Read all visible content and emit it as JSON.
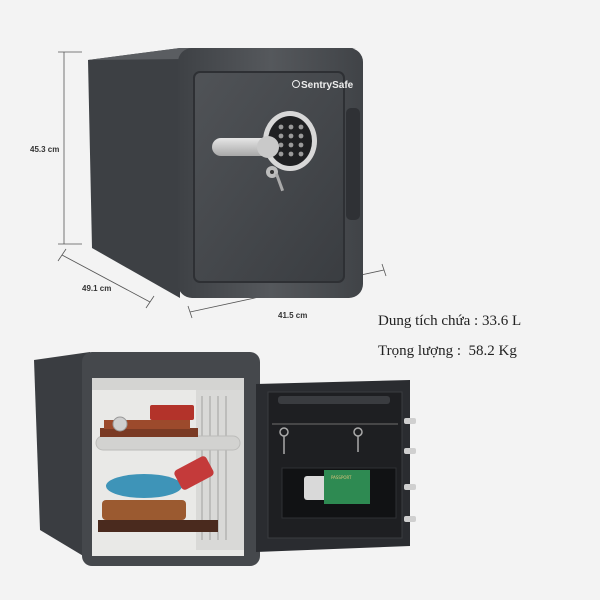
{
  "product": {
    "brand": "SentrySafe",
    "dimensions": {
      "height": "45.3 cm",
      "depth": "49.1 cm",
      "width": "41.5 cm"
    },
    "specs": {
      "capacity": "Dung tích chứa : 33.6 L",
      "weight": "Trọng lượng :  58.2 Kg"
    },
    "passport_label": "PASSPORT"
  },
  "colors": {
    "background": "#f3f3f3",
    "safe_body": "#4b4e52",
    "safe_door": "#3f4246",
    "interior": "#e9e9e7"
  },
  "icons": [
    "keypad-icon",
    "key-icon",
    "handle-icon",
    "hinge-icon"
  ]
}
